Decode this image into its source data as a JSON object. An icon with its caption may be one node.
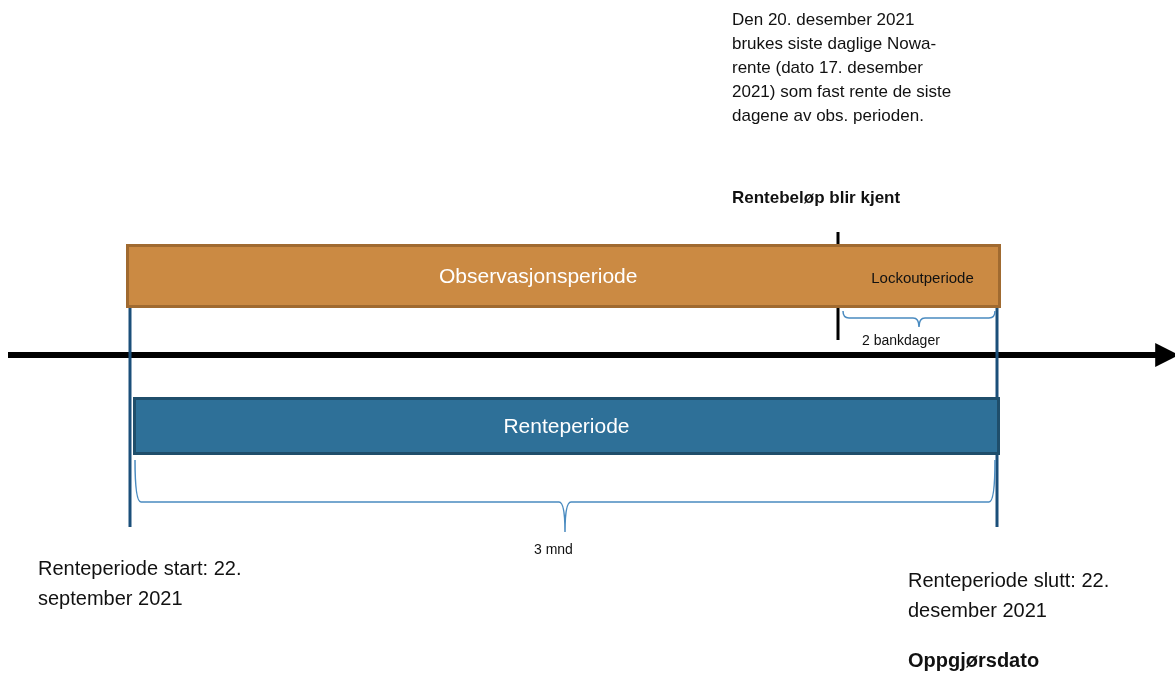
{
  "diagram": {
    "nodes": [
      {
        "text": [
          "Observasjonsperiode"
        ]
      },
      {
        "text": [
          "Lockoutperiode"
        ],
        "in": 0
      },
      {
        "text": [
          "Renteperiode"
        ]
      }
    ],
    "labels": [
      "Den 20. desember 2021 brukes siste daglige Nowa-rente (dato 17. desember 2021) som fast rente de siste dagene av obs. perioden.",
      "Rentebeløp blir kjent",
      "2 bankdager",
      "3 mnd",
      "Renteperiode start: 22. september 2021",
      "Renteperiode slutt: 22. desember 2021",
      "Oppgjørsdato"
    ]
  }
}
